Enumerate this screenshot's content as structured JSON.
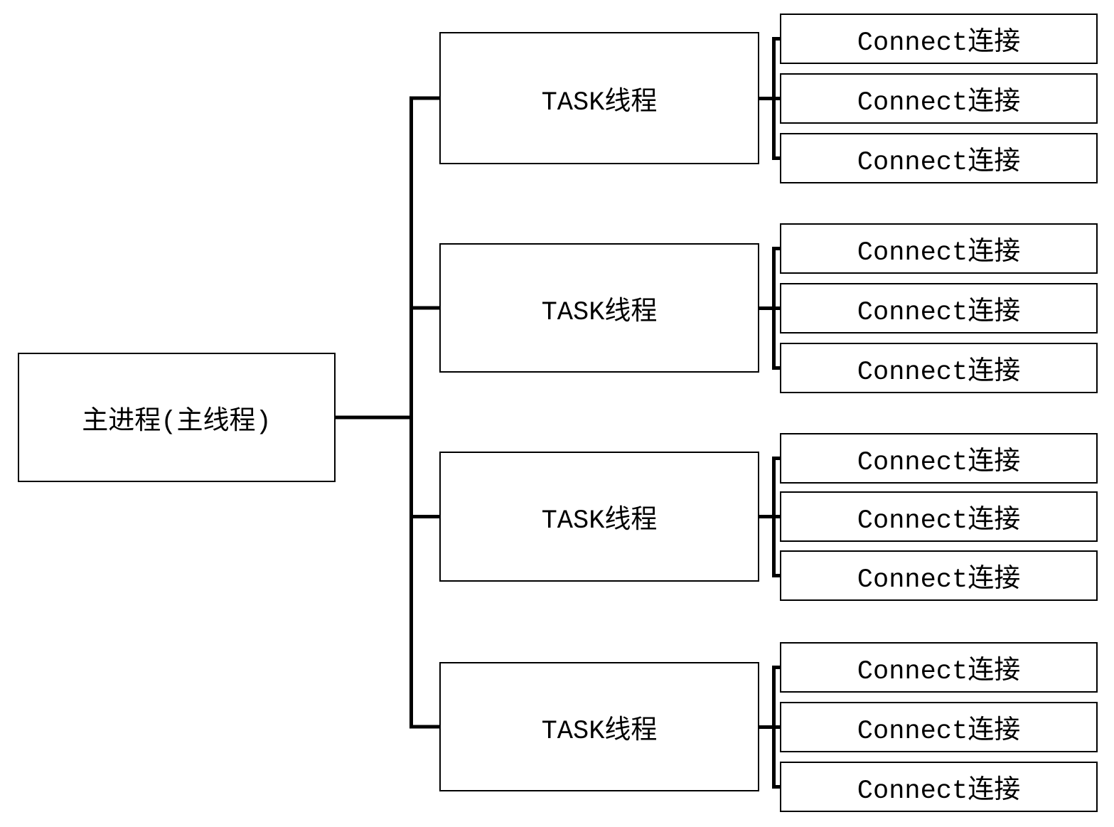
{
  "diagram": {
    "root": {
      "label": "主进程(主线程)"
    },
    "tasks": [
      {
        "label": "TASK线程",
        "connections": [
          {
            "label": "Connect连接"
          },
          {
            "label": "Connect连接"
          },
          {
            "label": "Connect连接"
          }
        ]
      },
      {
        "label": "TASK线程",
        "connections": [
          {
            "label": "Connect连接"
          },
          {
            "label": "Connect连接"
          },
          {
            "label": "Connect连接"
          }
        ]
      },
      {
        "label": "TASK线程",
        "connections": [
          {
            "label": "Connect连接"
          },
          {
            "label": "Connect连接"
          },
          {
            "label": "Connect连接"
          }
        ]
      },
      {
        "label": "TASK线程",
        "connections": [
          {
            "label": "Connect连接"
          },
          {
            "label": "Connect连接"
          },
          {
            "label": "Connect连接"
          }
        ]
      }
    ],
    "colors": {
      "background": "#ffffff",
      "line": "#000000",
      "text": "#000000"
    }
  }
}
